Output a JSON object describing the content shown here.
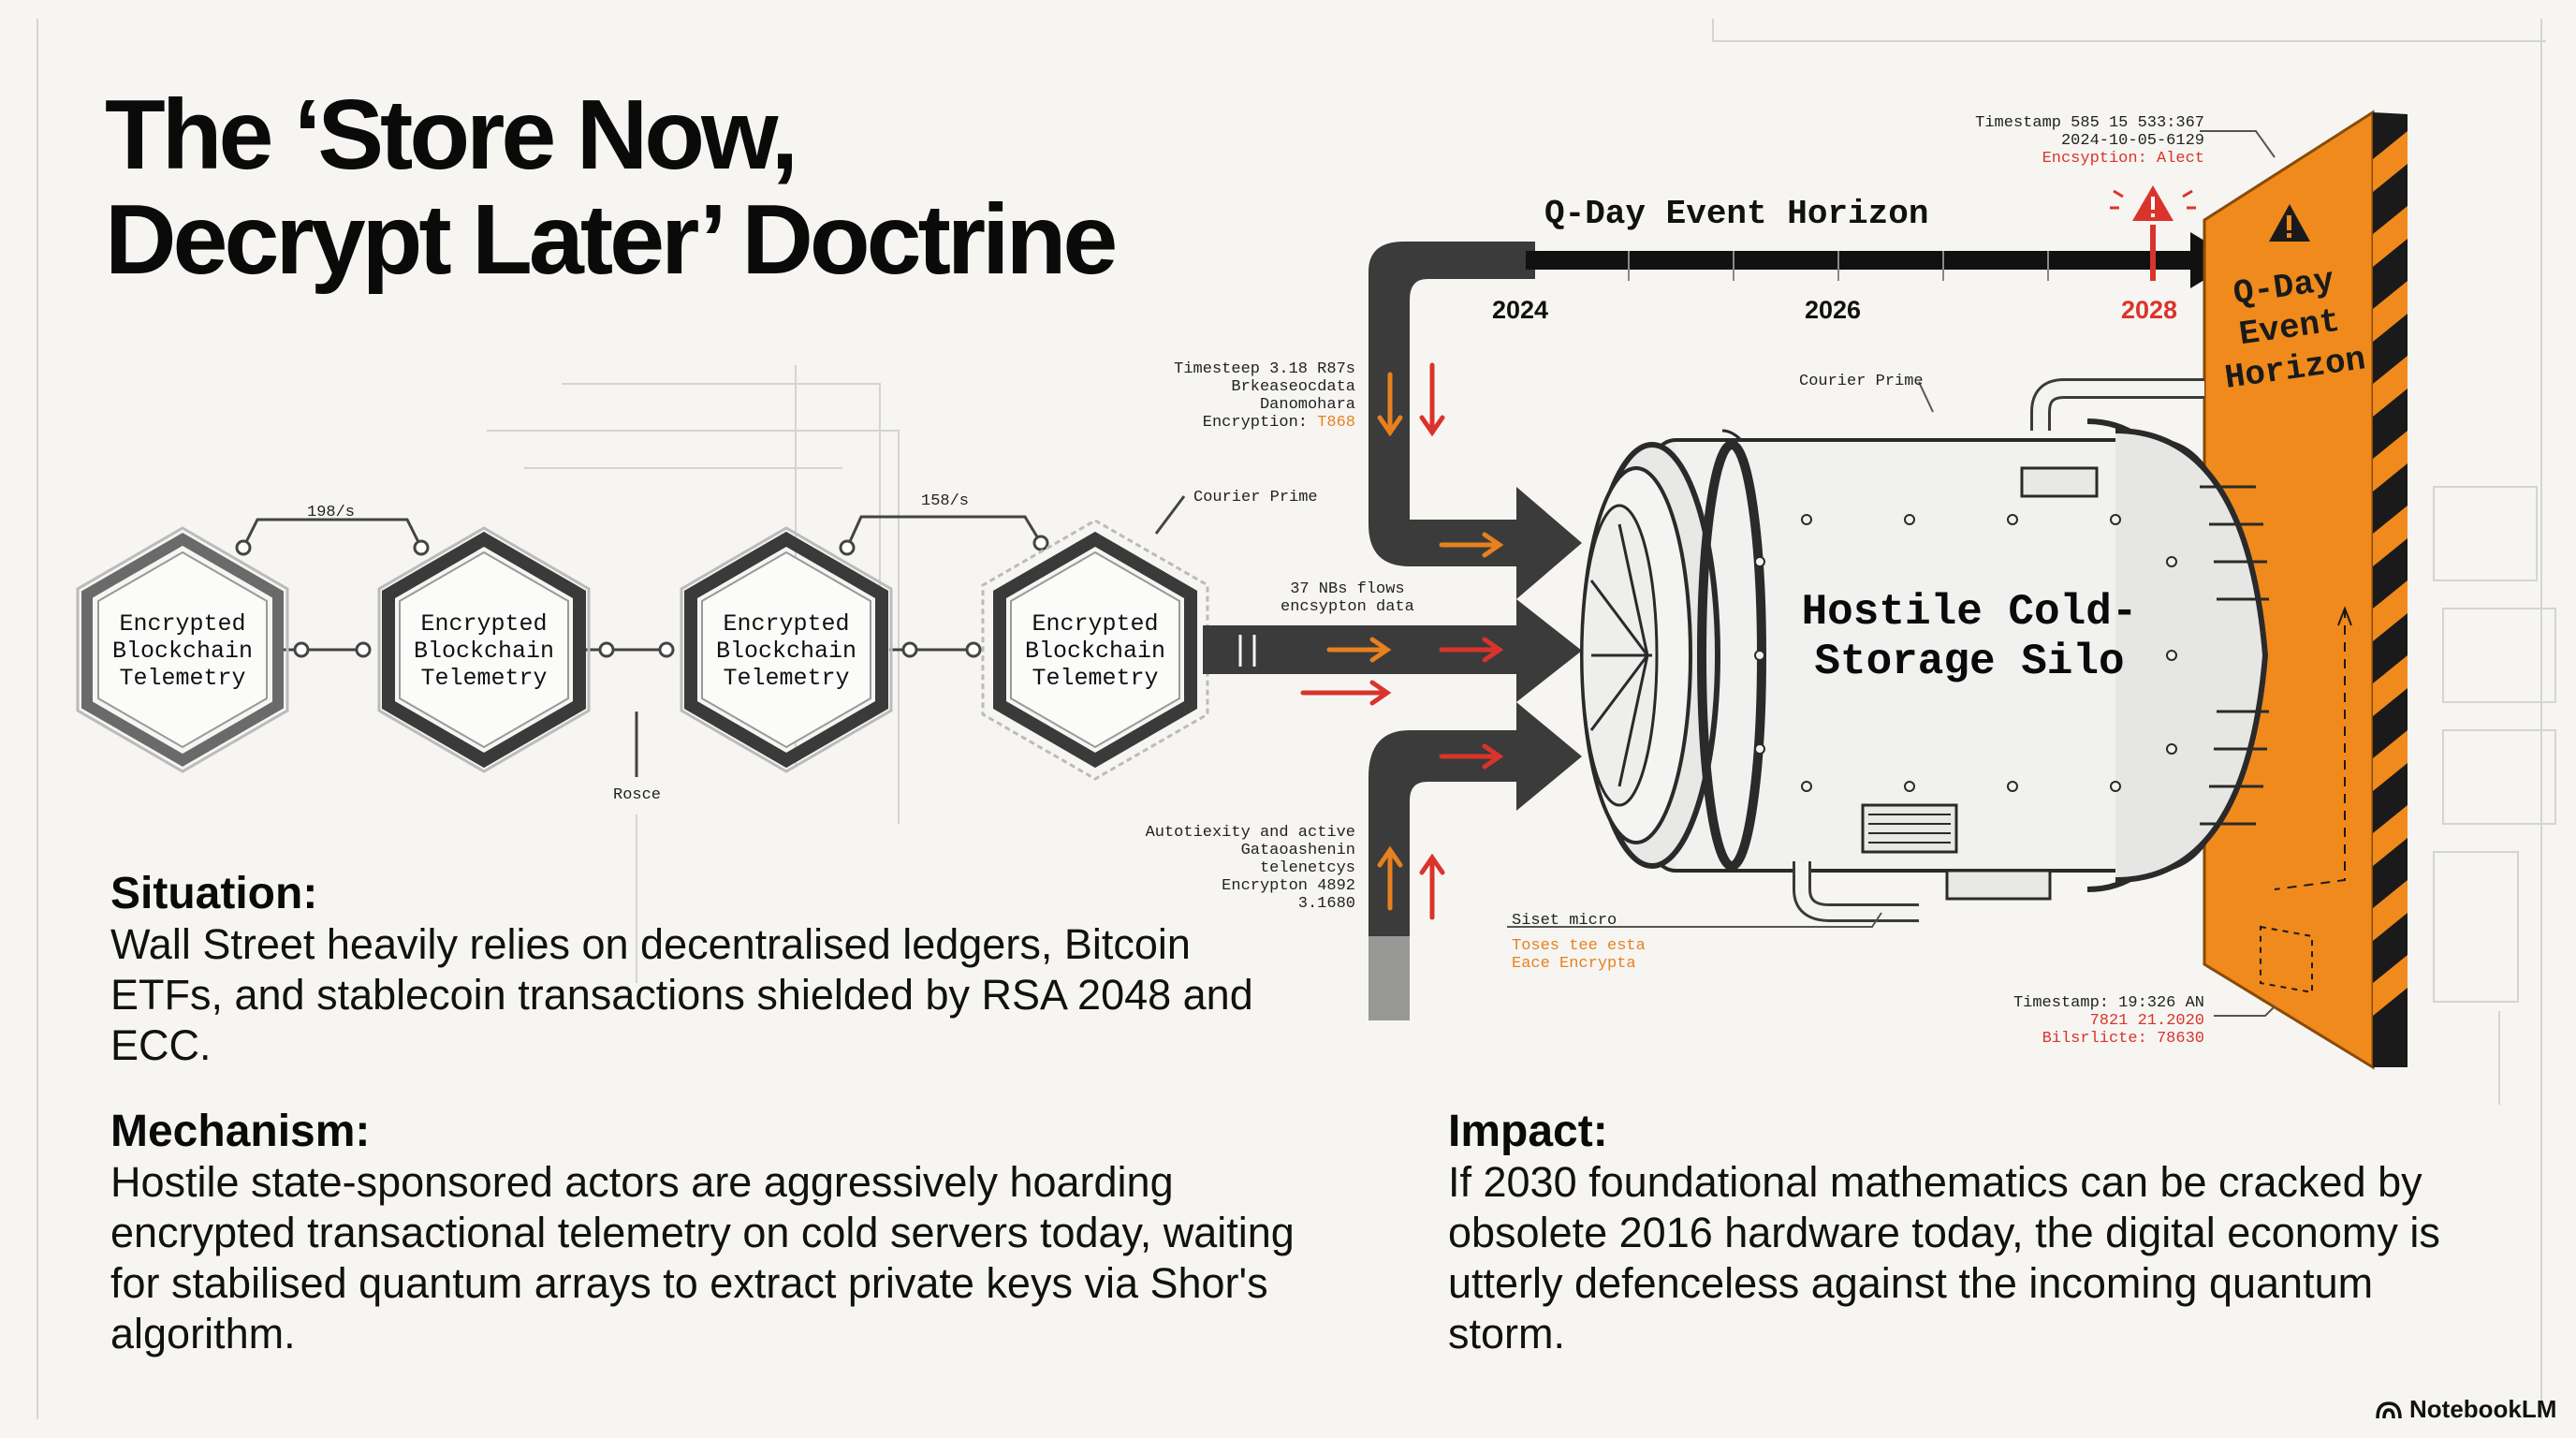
{
  "title": {
    "line1": "The ‘Store Now,",
    "line2": "Decrypt Later’ Doctrine"
  },
  "pipeline": {
    "nodes": [
      {
        "label": "Encrypted Blockchain Telemetry"
      },
      {
        "label": "Encrypted Blockchain Telemetry"
      },
      {
        "label": "Encrypted Blockchain Telemetry"
      },
      {
        "label": "Encrypted Blockchain Telemetry"
      }
    ],
    "rate_1": "198/s",
    "rate_2": "158/s",
    "courier_label": "Courier Prime",
    "rosce_label": "Rosce",
    "flow_label": "37 NBs flows\nencsypton data"
  },
  "annotations": {
    "top_left": {
      "line1": "Timesteep 3.18 R87s",
      "line2": "Brkeaseocdata",
      "line3": "Danomohara",
      "line4_prefix": "Encryption:",
      "line4_value": "T868"
    },
    "bottom_left": {
      "line1": "Autotiexity and active",
      "line2": "Gataoashenin",
      "line3": "telenetcys",
      "line4": "Encrypton 4892",
      "line5": "3.1680"
    },
    "silo_courier": "Courier Prime",
    "silo_bottom": {
      "line1": "Siset micro",
      "line2": "Toses tee esta",
      "line3": "Eace Encrypta"
    },
    "top_right": {
      "line1": "Timestamp 585 15 533:367",
      "line2": "2024-10-05-6129",
      "line3": "Encsyption: Alect"
    },
    "bottom_right": {
      "line1": "Timestamp: 19:326 AN",
      "line2": "7821 21.2020",
      "line3": "Bilsrlicte: 78630"
    }
  },
  "timeline": {
    "title": "Q-Day Event Horizon",
    "years": [
      "2024",
      "2026",
      "2028"
    ]
  },
  "silo": {
    "label": "Hostile Cold-Storage Silo"
  },
  "wall": {
    "label": "Q-Day Event Horizon"
  },
  "situation": {
    "heading": "Situation:",
    "body": "Wall Street heavily relies on decentralised ledgers, Bitcoin ETFs, and stablecoin transactions shielded by RSA 2048 and ECC."
  },
  "mechanism": {
    "heading": "Mechanism:",
    "body": "Hostile state-sponsored actors are aggressively hoarding encrypted transactional telemetry on cold servers today, waiting for stabilised quantum arrays to extract private keys via Shor's algorithm."
  },
  "impact": {
    "heading": "Impact:",
    "body": "If 2030 foundational mathematics can be cracked by obsolete 2016 hardware today, the digital economy is utterly defenceless against the incoming quantum storm."
  },
  "brand": {
    "name": "NotebookLM"
  },
  "colors": {
    "accent_orange": "#f08a1c",
    "alert_red": "#d9342b",
    "ink": "#111111"
  }
}
